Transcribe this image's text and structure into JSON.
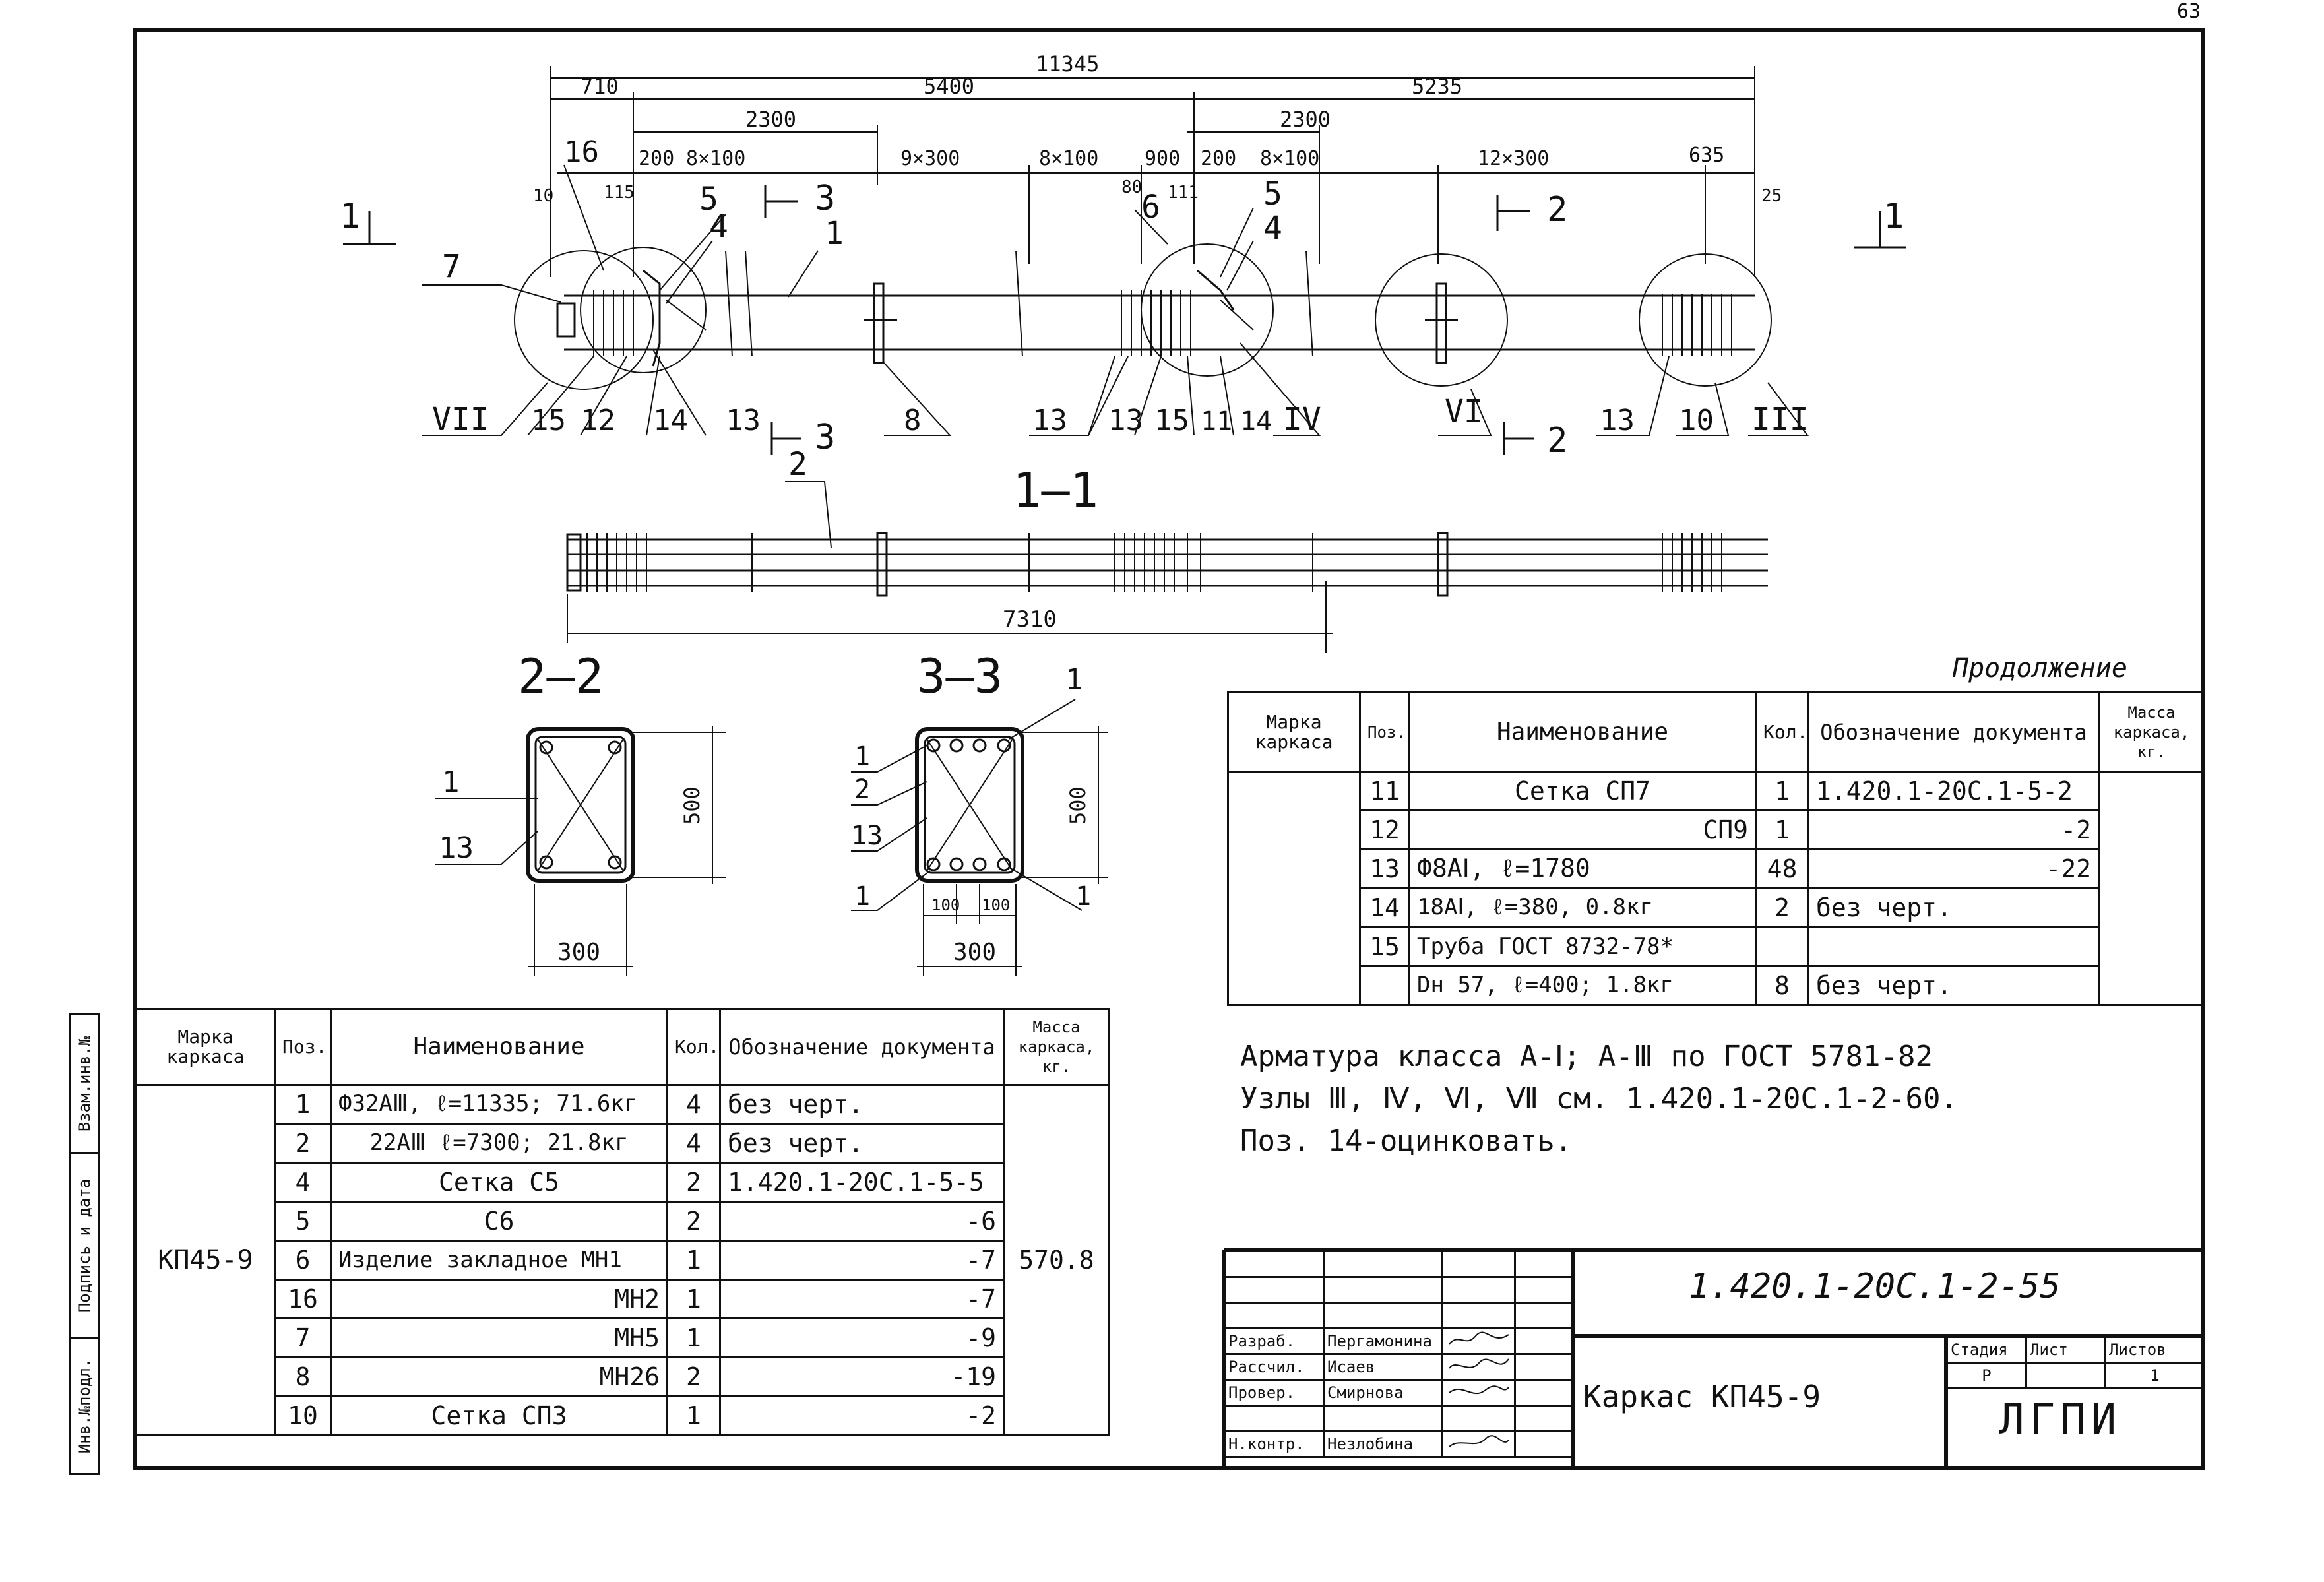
{
  "page_number": "63",
  "drawing": {
    "overall_dims": {
      "total": "11345",
      "d710": "710",
      "d5400": "5400",
      "d5235": "5235",
      "d2300a": "2300",
      "d2300b": "2300",
      "d200a": "200",
      "d8x100a": "8×100",
      "d9x300": "9×300",
      "d8x100b": "8×100",
      "d900": "900",
      "d200b": "200",
      "d8x100c": "8×100",
      "d12x300": "12×300",
      "d635": "635",
      "d10": "10",
      "d115": "115",
      "d80": "80",
      "d111": "111",
      "d25": "25",
      "d7310": "7310"
    },
    "markers": {
      "p16": "16",
      "p7": "7",
      "p5a": "5",
      "p4a": "4",
      "p1a": "1",
      "p6": "6",
      "p5b": "5",
      "p4b": "4",
      "p15a": "15",
      "p12": "12",
      "p14a": "14",
      "p13a": "13",
      "p8": "8",
      "p13b": "13",
      "p13c": "13",
      "p15b": "15",
      "p11": "11",
      "p14b": "14",
      "p13d": "13",
      "p10": "10",
      "p2": "2",
      "nVII": "VII",
      "nIV": "IV",
      "nVI": "VI",
      "nIII": "III",
      "cut3": "3",
      "cut3b": "3",
      "cut2": "2",
      "cut2b": "2",
      "cut1l": "1",
      "cut1r": "1"
    },
    "sections": {
      "s11": "1—1",
      "s22": "2—2",
      "s33": "3—3",
      "s22_w": "300",
      "s22_h": "500",
      "s22_p1": "1",
      "s22_p13": "13",
      "s33_w": "300",
      "s33_h": "500",
      "s33_100a": "100",
      "s33_100b": "100",
      "s33_p1a": "1",
      "s33_p1b": "1",
      "s33_p2": "2",
      "s33_p13": "13",
      "s33_p1c": "1",
      "s33_p1d": "1"
    }
  },
  "spec_main": {
    "headers": [
      "Марка каркаса",
      "Поз.",
      "Наименование",
      "Кол.",
      "Обозначение документа",
      "Масса каркаса, кг."
    ],
    "mark": "КП45-9",
    "mass": "570.8",
    "rows": [
      {
        "pos": "1",
        "name": "Ф32АⅢ, ℓ=11335; 71.6кг",
        "qty": "4",
        "doc": "без черт."
      },
      {
        "pos": "2",
        "name": "22АⅢ ℓ=7300; 21.8кг",
        "qty": "4",
        "doc": "без черт."
      },
      {
        "pos": "4",
        "name": "Сетка С5",
        "qty": "2",
        "doc": "1.420.1-20С.1-5-5"
      },
      {
        "pos": "5",
        "name": "С6",
        "qty": "2",
        "doc": "-6"
      },
      {
        "pos": "6",
        "name": "Изделие закладное МН1",
        "qty": "1",
        "doc": "-7"
      },
      {
        "pos": "16",
        "name": "МН2",
        "qty": "1",
        "doc": "-7"
      },
      {
        "pos": "7",
        "name": "МН5",
        "qty": "1",
        "doc": "-9"
      },
      {
        "pos": "8",
        "name": "МН26",
        "qty": "2",
        "doc": "-19"
      },
      {
        "pos": "10",
        "name": "Сетка СП3",
        "qty": "1",
        "doc": "-2"
      }
    ]
  },
  "spec_cont": {
    "title": "Продолжение",
    "headers": [
      "Марка каркаса",
      "Поз.",
      "Наименование",
      "Кол.",
      "Обозначение документа",
      "Масса каркаса, кг."
    ],
    "rows": [
      {
        "pos": "11",
        "name": "Сетка СП7",
        "qty": "1",
        "doc": "1.420.1-20С.1-5-2"
      },
      {
        "pos": "12",
        "name": "СП9",
        "qty": "1",
        "doc": "-2"
      },
      {
        "pos": "13",
        "name": "Ф8АⅠ, ℓ=1780",
        "qty": "48",
        "doc": "-22"
      },
      {
        "pos": "14",
        "name": "18АⅠ, ℓ=380, 0.8кг",
        "qty": "2",
        "doc": "без черт."
      },
      {
        "pos": "15",
        "name": "Труба ГОСТ 8732-78*",
        "qty": "",
        "doc": ""
      },
      {
        "pos": "",
        "name": "Dн 57, ℓ=400; 1.8кг",
        "qty": "8",
        "doc": "без черт."
      }
    ]
  },
  "notes": [
    "Арматура класса А-Ⅰ; А-Ⅲ по ГОСТ 5781-82",
    "Узлы Ⅲ, Ⅳ, Ⅵ, Ⅶ см. 1.420.1-20С.1-2-60.",
    "Поз. 14-оцинковать."
  ],
  "sidebar": [
    "Инв.№подл.",
    "Подпись и дата",
    "Взам.инв.№"
  ],
  "title_block": {
    "doc_number": "1.420.1-20С.1-2-55",
    "title": "Каркас КП45-9",
    "stage_label": "Стадия",
    "sheet_label": "Лист",
    "sheets_label": "Листов",
    "stage": "Р",
    "sheet": "",
    "sheets": "1",
    "org": "ЛГПИ",
    "people": [
      {
        "role": "Разраб.",
        "name": "Пергамонина"
      },
      {
        "role": "Рассчил.",
        "name": "Исаев"
      },
      {
        "role": "Провер.",
        "name": "Смирнова"
      },
      {
        "role": "Н.контр.",
        "name": "Незлобина"
      }
    ]
  },
  "colors": {
    "ink": "#111111",
    "paper": "#ffffff"
  }
}
